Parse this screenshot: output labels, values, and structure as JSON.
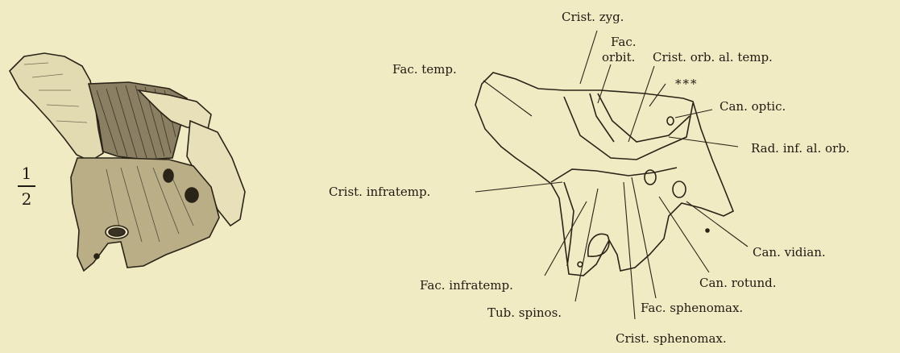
{
  "scale": {
    "numerator": "1",
    "denominator": "2"
  },
  "labels": {
    "crist_zyg": "Crist. zyg.",
    "fac_orbit_1": "Fac.",
    "fac_orbit_2": "orbit.",
    "crist_orb_al_temp": "Crist. orb. al. temp.",
    "fac_temp": "Fac. temp.",
    "asterisks": "***",
    "can_optic": "Can. optic.",
    "rad_inf_al_orb": "Rad. inf. al. orb.",
    "crist_infratemp": "Crist. infratemp.",
    "can_vidian": "Can. vidian.",
    "can_rotund": "Can. rotund.",
    "fac_infratemp": "Fac. infratemp.",
    "fac_sphenomax": "Fac. sphenomax.",
    "tub_spinos": "Tub. spinos.",
    "crist_sphenomax": "Crist. sphenomax."
  }
}
